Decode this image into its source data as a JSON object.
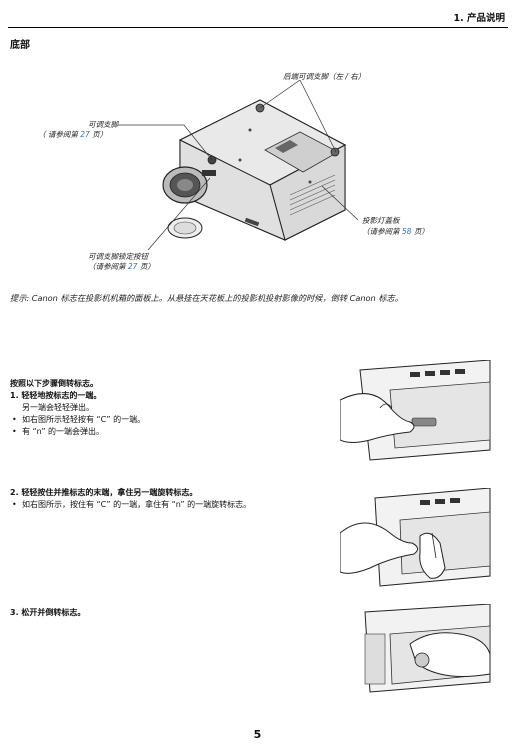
{
  "header": {
    "title": "1. 产品说明"
  },
  "section": {
    "title": "底部"
  },
  "callouts": {
    "rear_feet": "后端可调支脚（左 / 右）",
    "adjustable_foot": "可调支脚",
    "adjustable_foot_ref_prefix": "（ 请参阅第 ",
    "adjustable_foot_ref_page": "27",
    "adjustable_foot_ref_suffix": " 页）",
    "foot_lock_button": "可调支脚锁定按钮",
    "foot_lock_ref_prefix": "（请参阅第 ",
    "foot_lock_ref_page": "27",
    "foot_lock_ref_suffix": " 页）",
    "lamp_cover": "投影灯盖板",
    "lamp_cover_ref_prefix": "（请参阅第 ",
    "lamp_cover_ref_page": "58",
    "lamp_cover_ref_suffix": " 页）"
  },
  "tip": "提示: Canon 标志在投影机机箱的面板上。从悬挂在天花板上的投影机投射影像的时候，倒转 Canon 标志。",
  "steps": {
    "intro": "按照以下步骤倒转标志。",
    "step1_title": "1. 轻轻地按标志的一端。",
    "step1_note": "另一端会轻轻弹出。",
    "step1_bullet1": "如右图所示轻轻按有 “C” 的一端。",
    "step1_bullet2": "有 “n” 的一端会弹出。",
    "step2_title": "2. 轻轻按住并推标志的末端，拿住另一端旋转标志。",
    "step2_bullet1": "如右图所示，按住有 “C” 的一端，拿住有 “n” 的一端旋转标志。",
    "step3_title": "3. 松开并倒转标志。"
  },
  "page_number": "5"
}
